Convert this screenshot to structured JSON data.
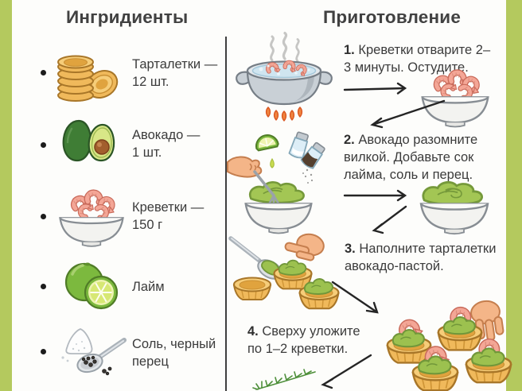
{
  "colors": {
    "accent_green": "#b4c95e",
    "text": "#3b3b3b",
    "tartlet": "#f0b95b",
    "avocado_paste": "#a3c654",
    "shrimp_pink": "#f4a696",
    "lime_green": "#7cb93e",
    "pot_gray": "#c9d0d6",
    "flame_orange": "#ef8440"
  },
  "ingredients": {
    "title": "Ингридиенты",
    "items": [
      {
        "label": "Тарталетки — 12 шт.",
        "icon": "tartlets-stack-icon"
      },
      {
        "label": "Авокадо — 1 шт.",
        "icon": "avocado-icon"
      },
      {
        "label": "Креветки — 150 г",
        "icon": "shrimp-bowl-icon"
      },
      {
        "label": "Лайм",
        "icon": "lime-icon"
      },
      {
        "label": "Соль, черный перец",
        "icon": "salt-pepper-icon"
      }
    ]
  },
  "preparation": {
    "title": "Приготовление",
    "steps": [
      {
        "number": "1.",
        "text": "Креветки отварите 2–3 минуты. Остудите.",
        "illustrations": [
          "boiling-pot-icon",
          "bowl-of-shrimp-icon"
        ]
      },
      {
        "number": "2.",
        "text": "Авокадо разомните вилкой. Добавьте сок лайма, соль и перец.",
        "illustrations": [
          "mashing-avocado-icon",
          "bowl-of-avocado-paste-icon"
        ]
      },
      {
        "number": "3.",
        "text": "Наполните тарталетки авокадо-пастой.",
        "illustrations": [
          "filling-tartlets-icon"
        ]
      },
      {
        "number": "4.",
        "text": "Сверху уложите по 1–2 креветки.",
        "illustrations": [
          "tartlets-with-shrimp-icon",
          "dill-sprig-icon"
        ]
      }
    ]
  }
}
